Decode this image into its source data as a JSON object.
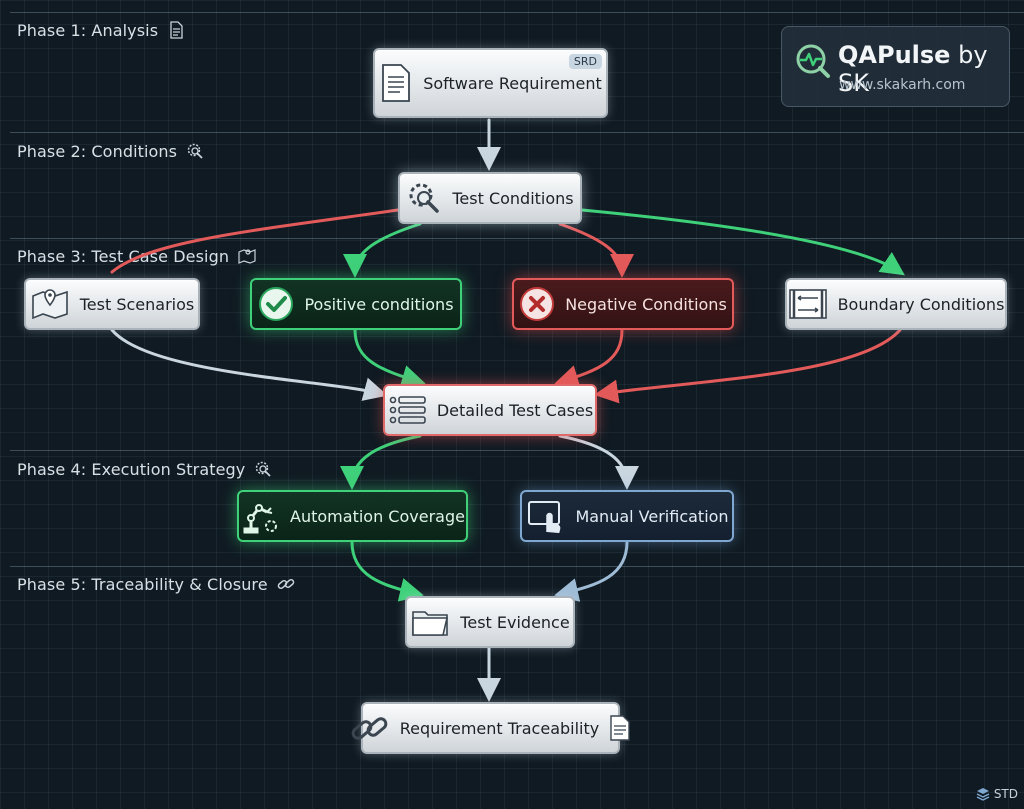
{
  "phases": [
    {
      "label": "Phase 1: Analysis",
      "icon": "document-icon"
    },
    {
      "label": "Phase 2: Conditions",
      "icon": "gear-search-icon"
    },
    {
      "label": "Phase 3: Test Case Design",
      "icon": "map-icon"
    },
    {
      "label": "Phase 4: Execution Strategy",
      "icon": "gear-search-icon"
    },
    {
      "label": "Phase 5: Traceability & Closure",
      "icon": "link-icon"
    }
  ],
  "brand": {
    "name_bold": "QAPulse",
    "name_rest": " by SK",
    "url": "www.skakarh.com",
    "icon": "pulse-check-icon"
  },
  "nodes": {
    "software_requirement": {
      "label": "Software Requirement",
      "badge": "SRD",
      "icon": "document-icon"
    },
    "test_conditions": {
      "label": "Test Conditions",
      "icon": "gear-search-icon"
    },
    "test_scenarios": {
      "label": "Test Scenarios",
      "icon": "map-pin-icon"
    },
    "positive_conditions": {
      "label": "Positive conditions",
      "icon": "check-circle-icon"
    },
    "negative_conditions": {
      "label": "Negative Conditions",
      "icon": "x-circle-icon"
    },
    "boundary_conditions": {
      "label": "Boundary Conditions",
      "icon": "ruler-icon"
    },
    "detailed_test_cases": {
      "label": "Detailed Test Cases",
      "icon": "list-icon"
    },
    "automation_coverage": {
      "label": "Automation Coverage",
      "icon": "robot-arm-icon"
    },
    "manual_verification": {
      "label": "Manual Verification",
      "icon": "hand-pointer-icon"
    },
    "test_evidence": {
      "label": "Test Evidence",
      "icon": "folder-icon"
    },
    "requirement_traceability": {
      "label": "Requirement Traceability",
      "icon": "link-icon"
    }
  },
  "footer_badge": "STD",
  "colors": {
    "positive": "#3fd17a",
    "negative": "#e35a5a",
    "neutral": "#c9d6e0",
    "manual": "#7fa8d0"
  }
}
